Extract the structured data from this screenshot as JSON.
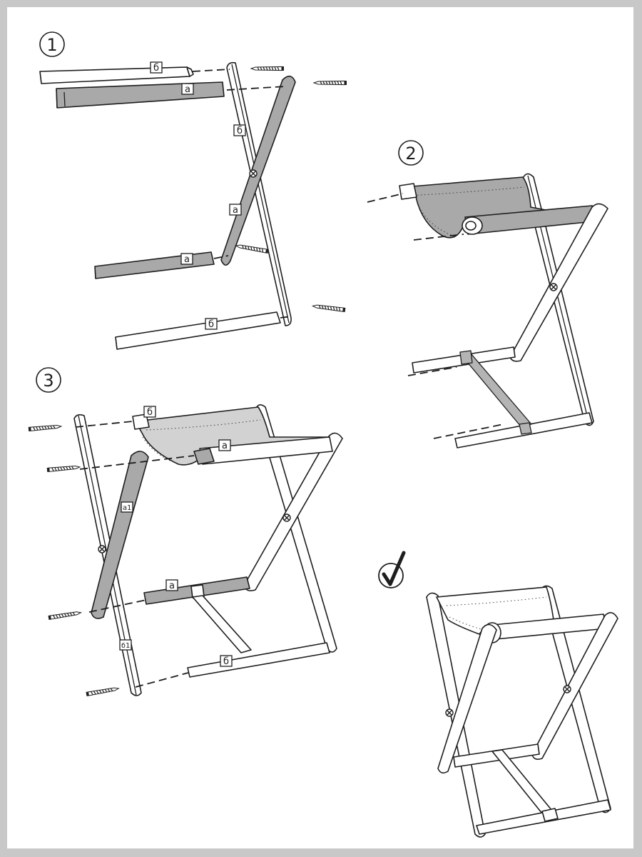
{
  "steps": [
    {
      "number": "1"
    },
    {
      "number": "2"
    },
    {
      "number": "3"
    }
  ],
  "labels": {
    "part_a": "а",
    "part_b": "б",
    "part_a1": "а1",
    "part_b1": "б1"
  },
  "icons": {
    "done": "check-circle-icon",
    "fastener": "screw-icon"
  }
}
